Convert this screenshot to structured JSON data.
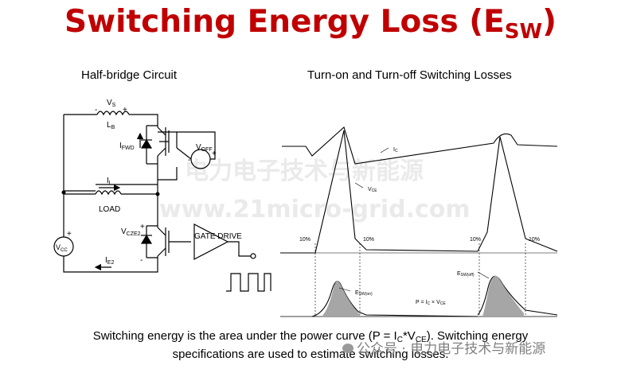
{
  "title": {
    "main": "Switching Energy Loss (E",
    "sub": "SW",
    "close": ")"
  },
  "left_caption": "Half-bridge Circuit",
  "right_caption": "Turn-on and Turn-off Switching Losses",
  "circuit": {
    "vs_label": "V",
    "vs_sub": "S",
    "lb_label": "L",
    "lb_sub": "B",
    "vs_minus": "-",
    "vs_plus": "+",
    "ifwd_label": "I",
    "ifwd_sub": "FWD",
    "voff_label": "V",
    "voff_sub": "OFF",
    "il_label": "I",
    "il_sub": "L",
    "load_label": "LOAD",
    "vcze2_label": "V",
    "vcze2_sub": "CZE2",
    "vcc_label": "V",
    "vcc_sub": "CC",
    "ie2_label": "I",
    "ie2_sub": "E2",
    "gate_drive": "GATE DRIVE",
    "plus": "+",
    "minus": "-"
  },
  "waveform": {
    "ic_label": "I",
    "ic_sub": "C",
    "vce_label": "V",
    "vce_sub": "CE",
    "pct1": "10%",
    "pct2": "10%",
    "pct3": "10%",
    "pct4": "10%",
    "esw_on_label": "E",
    "esw_on_sub": "SW(on)",
    "esw_off_label": "E",
    "esw_off_sub": "SW(off)",
    "power_eq_prefix": "P = I",
    "power_eq_c": "C",
    "power_eq_mid": " × V",
    "power_eq_ce": "CE"
  },
  "bottom_text": {
    "line1_a": "Switching energy is the area under the power curve (P = I",
    "line1_b": "C",
    "line1_c": "*V",
    "line1_d": "CE",
    "line1_e": ").  Switching energy",
    "line2": "specifications are used to estimate switching losses."
  },
  "watermarks": {
    "wm1": "电力电子技术与新能源",
    "wm2": "www.21micro-grid.com",
    "tag": "公众号 · 电力电子技术与新能源"
  },
  "colors": {
    "title": "#c00000",
    "fill_gray": "#a6a6a6",
    "line": "#000000"
  }
}
